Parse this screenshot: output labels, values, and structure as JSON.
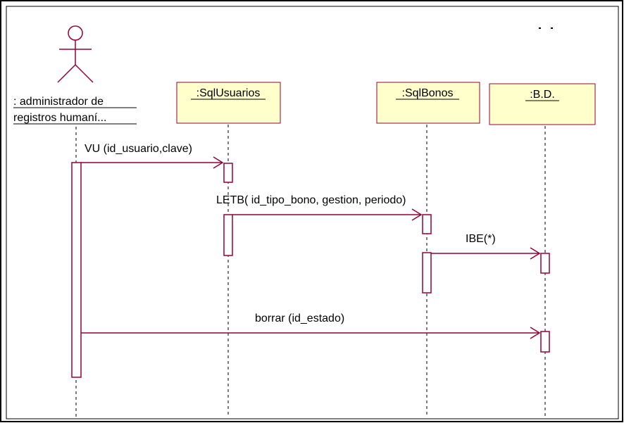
{
  "diagram": {
    "colors": {
      "frame": "#000000",
      "line": "#990033",
      "object_fill": "#ffffcc",
      "activation_fill": "#ffffff",
      "text": "#000000"
    },
    "actor": {
      "label_line1": ": administrador de",
      "label_line2": "registros humaní...",
      "icon": "stick-figure-actor-icon"
    },
    "objects": [
      {
        "id": "sql-usuarios",
        "label": ":SqlUsuarios"
      },
      {
        "id": "sql-bonos",
        "label": ":SqlBonos"
      },
      {
        "id": "bd",
        "label": ":B.D."
      }
    ],
    "messages": [
      {
        "id": "vu",
        "label": "VU (id_usuario,clave)",
        "from": "actor",
        "to": "sql-usuarios"
      },
      {
        "id": "letb",
        "label": "LETB( id_tipo_bono, gestion, periodo)",
        "from": "sql-usuarios",
        "to": "sql-bonos"
      },
      {
        "id": "ibe",
        "label": "IBE(*)",
        "from": "sql-bonos",
        "to": "bd"
      },
      {
        "id": "borrar",
        "label": "borrar (id_estado)",
        "from": "actor",
        "to": "bd"
      }
    ]
  }
}
